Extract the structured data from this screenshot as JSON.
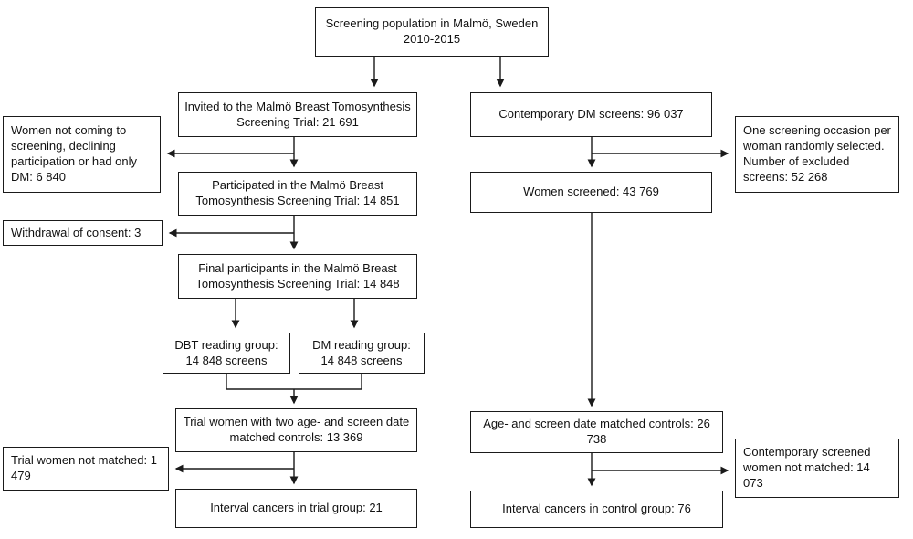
{
  "diagram": {
    "top": "Screening population in Malmö, Sweden 2010-2015",
    "left": {
      "invited": "Invited to the Malmö Breast Tomosynthesis Screening Trial: 21 691",
      "not_coming": "Women not coming to screening, declining participation or had only DM: 6 840",
      "participated": "Participated in the Malmö Breast Tomosynthesis Screening Trial: 14 851",
      "withdrawal": "Withdrawal of consent: 3",
      "final_participants": "Final participants in the Malmö Breast Tomosynthesis Screening Trial: 14 848",
      "dbt_group": "DBT reading group: 14 848 screens",
      "dm_group": "DM reading group: 14 848 screens",
      "matched": "Trial women with two age- and screen date matched controls: 13 369",
      "not_matched": "Trial women not matched: 1 479",
      "interval_cancers": "Interval cancers in trial group: 21"
    },
    "right": {
      "dm_screens": "Contemporary DM screens: 96 037",
      "excluded": "One screening occasion per woman randomly selected. Number of excluded screens: 52 268",
      "women_screened": "Women screened: 43 769",
      "controls": "Age- and screen date matched controls: 26 738",
      "not_matched": "Contemporary screened women not matched: 14 073",
      "interval_cancers": "Interval cancers in control group: 76"
    }
  }
}
